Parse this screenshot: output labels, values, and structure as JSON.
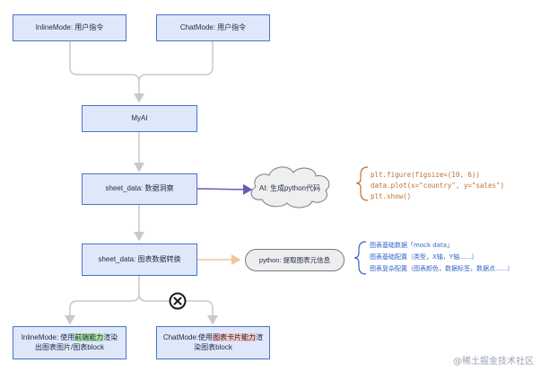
{
  "nodes": {
    "inline_input": "InlineMode: 用户指令",
    "chat_input": "ChatMode: 用户指令",
    "myai": "MyAI",
    "sheet_probe": "sheet_data: 数据洞察",
    "sheet_convert": "sheet_data: 图表数据转换",
    "ai_generate": "AI: 生成python代码",
    "python_extract": "python: 提取图表元信息",
    "inline_output": {
      "pre": "InlineMode: 使用",
      "highlight": "前端能力",
      "post": "渲染出图表图片/图表block"
    },
    "chat_output": {
      "pre": "ChatMode:使用",
      "highlight": "图表卡片能力",
      "post": "渲染图表block"
    }
  },
  "code_lines": [
    "plt.figure(figsize=(10, 6))",
    "data.plot(x=\"country\", y=\"sales\")",
    "plt.show()"
  ],
  "info_lines": [
    "图表基础数据「mock data」",
    "图表基础配置（类型，X轴，Y轴......）",
    "图表复杂配置（图表颜色，数据标签，数据点......）"
  ],
  "blocked_icon": "circle-x-icon",
  "watermark": "@稀土掘金技术社区",
  "colors": {
    "node_fill": "#dfe8fb",
    "node_border": "#4a74c7",
    "arrow_gray": "#c9c9c9",
    "arrow_purple": "#6d5bb5",
    "arrow_orange": "#f0c59a",
    "code_text": "#c06e2a",
    "info_text": "#3566c9",
    "highlight_green": "#a7e39b",
    "highlight_red": "#f6c1bd"
  }
}
